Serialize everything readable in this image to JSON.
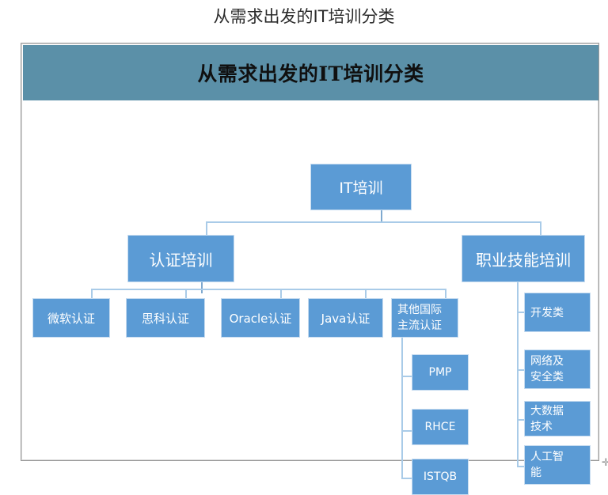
{
  "page_title": "从需求出发的IT培训分类",
  "slide": {
    "header_title": "从需求出发的IT培训分类",
    "header_color": "#5b90a8",
    "node_color": "#5b9bd5",
    "connector_color": "#a9cbe8"
  },
  "cursor": {
    "glyph": "✛"
  },
  "chart_data": {
    "type": "diagram",
    "title": "从需求出发的IT培训分类",
    "layout": "hierarchical-tree",
    "root": {
      "label": "IT培训",
      "children": [
        {
          "label": "认证培训",
          "children": [
            {
              "label": "微软认证"
            },
            {
              "label": "思科认证"
            },
            {
              "label": "Oracle认证"
            },
            {
              "label": "Java认证"
            },
            {
              "label": "其他国际主流认证",
              "children": [
                {
                  "label": "PMP"
                },
                {
                  "label": "RHCE"
                },
                {
                  "label": "ISTQB"
                }
              ]
            }
          ]
        },
        {
          "label": "职业技能培训",
          "children": [
            {
              "label": "开发类"
            },
            {
              "label": "网络及安全类"
            },
            {
              "label": "大数据技术"
            },
            {
              "label": "人工智能"
            }
          ]
        }
      ]
    }
  },
  "nodes": {
    "root": "IT培训",
    "cert_training": "认证培训",
    "vocational_training": "职业技能培训",
    "microsoft_cert": "微软认证",
    "cisco_cert": "思科认证",
    "oracle_cert": "Oracle认证",
    "java_cert": "Java认证",
    "other_intl_cert_line1": "其他国际",
    "other_intl_cert_line2": "主流认证",
    "pmp": "PMP",
    "rhce": "RHCE",
    "istqb": "ISTQB",
    "dev_category": "开发类",
    "network_security_line1": "网络及",
    "network_security_line2": "安全类",
    "bigdata_line1": "大数据",
    "bigdata_line2": "技术",
    "ai_line1": "人工智",
    "ai_line2": "能"
  }
}
